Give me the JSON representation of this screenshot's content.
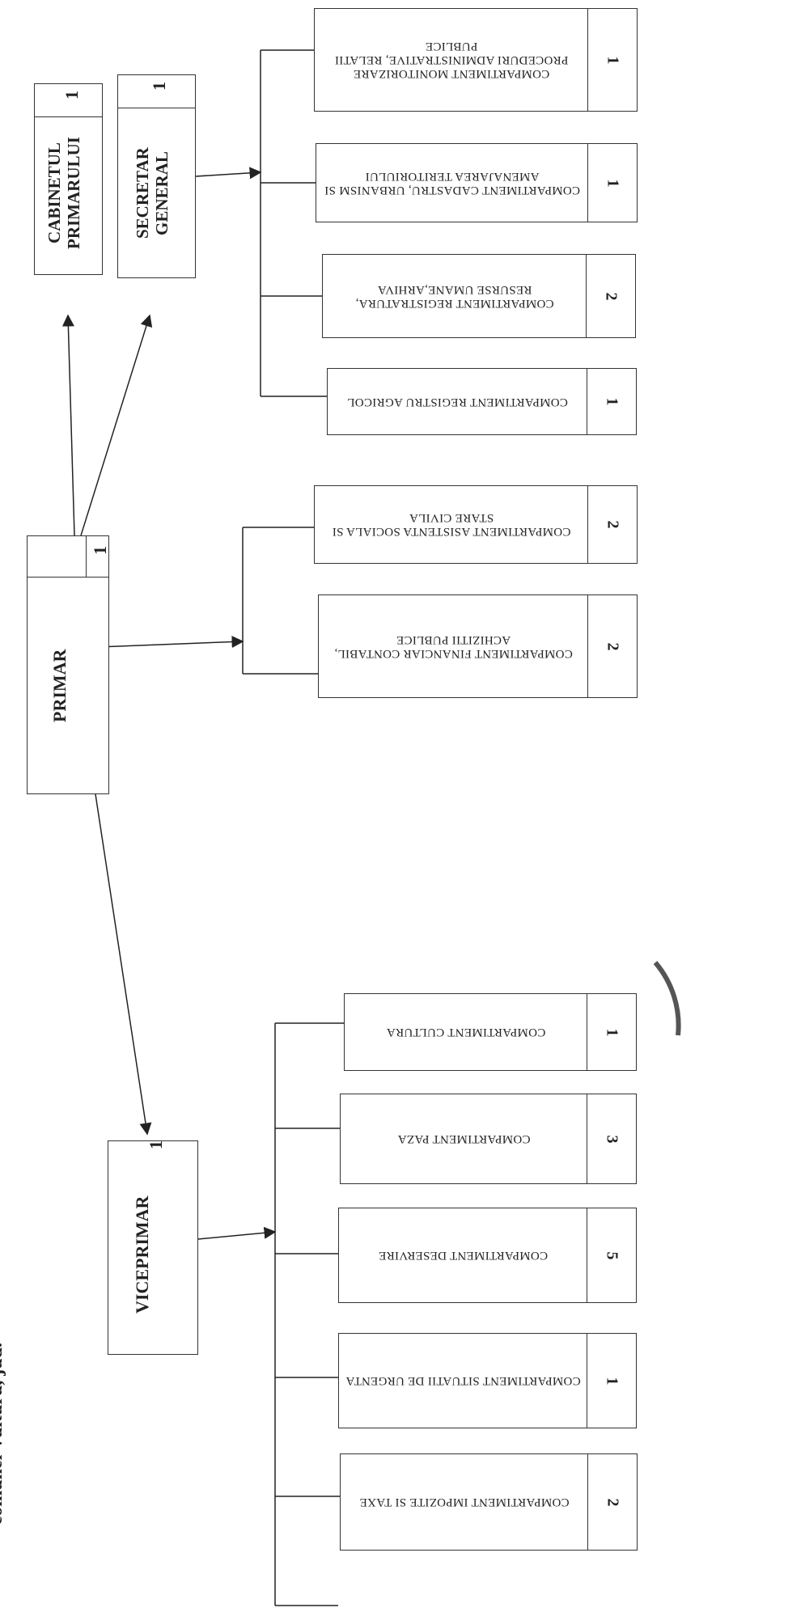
{
  "cut_title": "comunei Vulturu, jud.",
  "cabinet": {
    "label": "CABINETUL PRIMARULUI",
    "count": "1"
  },
  "secretar": {
    "label": "SECRETAR GENERAL",
    "count": "1"
  },
  "primar": {
    "label": "PRIMAR",
    "count": "1"
  },
  "viceprimar": {
    "label": "VICEPRIMAR",
    "count": "1"
  },
  "secretar_departments": [
    {
      "name": "COMPARTIMENT MONITORIZARE PROCEDURI ADMINISTRATIVE, RELATII PUBLICE",
      "count": "1"
    },
    {
      "name": "COMPARTIMENT CADASTRU, URBANISM SI AMENAJAREA TERITORIULUI",
      "count": "1"
    },
    {
      "name": "COMPARTIMENT REGISTRATURA, RESURSE UMANE,ARHIVA",
      "count": "2"
    },
    {
      "name": "COMPARTIMENT REGISTRU AGRICOL",
      "count": "1"
    }
  ],
  "primar_departments": [
    {
      "name": "COMPARTIMENT ASISTENTA SOCIALA SI STARE CIVILA",
      "count": "2"
    },
    {
      "name": "COMPARTIMENT FINANCIAR CONTABIL, ACHIZITII PUBLICE",
      "count": "2"
    }
  ],
  "viceprimar_departments": [
    {
      "name": "COMPARTIMENT CULTURA",
      "count": "1"
    },
    {
      "name": "COMPARTIMENT PAZA",
      "count": "3"
    },
    {
      "name": "COMPARTIMENT DESERVIRE",
      "count": "5"
    },
    {
      "name": "COMPARTIMENT SITUATII DE URGENTA",
      "count": "1"
    },
    {
      "name": "COMPARTIMENT IMPOZITE SI TAXE",
      "count": "2"
    }
  ]
}
